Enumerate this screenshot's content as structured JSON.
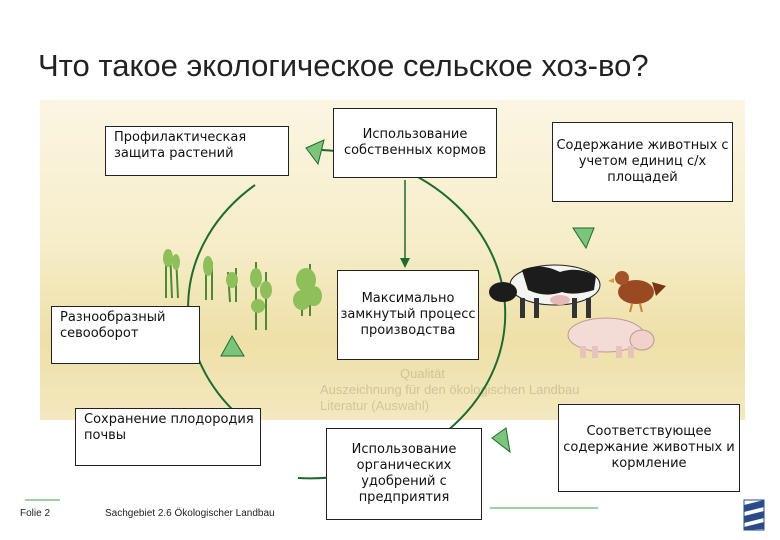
{
  "slide": {
    "title": "Что такое экологическое сельское хоз-во?",
    "boxes": {
      "prophylactic": "Профилактическая защита растений",
      "own_feed": "Использование собственных кормов",
      "livestock_units": "Содержание животных с учетом единиц с/х площадей",
      "closed_process": "Максимально замкнутый процесс производства",
      "crop_rotation": "Разнообразный севооборот",
      "soil_fertility": "Сохранение плодородия почвы",
      "organic_fertilizer": "Использование органических удобрений с предприятия",
      "animal_husbandry": "Соответствующее содержание животных и кормление"
    },
    "background_text": {
      "line1": "Qualität",
      "line2": "Auszeichnung für den ökologischen Landbau",
      "line3": "Literatur (Auswahl)"
    },
    "footer": {
      "slide_number": "Folie 2",
      "section": "Sachgebiet 2.6 Ökologischer Landbau"
    },
    "colors": {
      "arrow": "#1e6b2e",
      "arrowhead": "#7cc47a",
      "background": "#f5ebc4"
    }
  }
}
